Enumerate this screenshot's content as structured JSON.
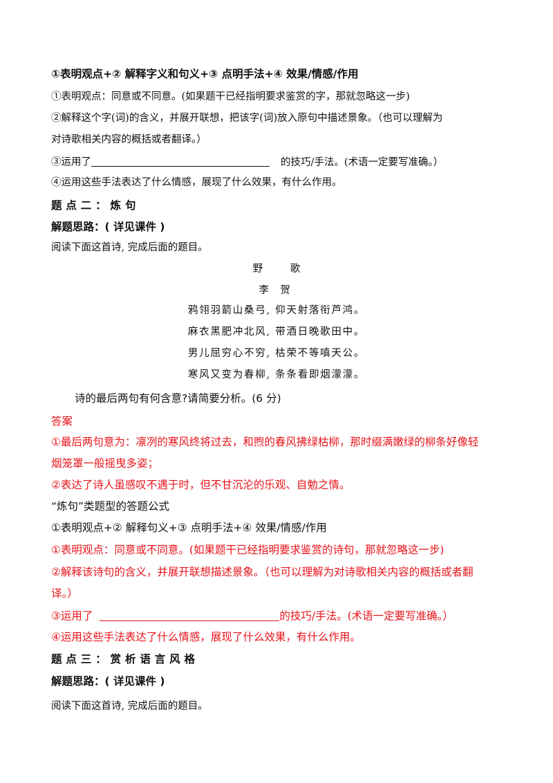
{
  "section1": {
    "formula": "①表明观点+② 解释字义和句义+③ 点明手法+④ 效果/情感/作用",
    "step1": "①表明观点：同意或不同意。(如果题干已经指明要求鉴赏的字，那就忽略这一步)",
    "step2_line1": "②解释这个字(词)的含义，并展开联想，把该字(词)放入原句中描述景象。（也可以理解为",
    "step2_line2": "对诗歌相关内容的概括或者翻译。）",
    "step3_pre": "③运用了",
    "step3_post": "的技巧/手法。(术语一定要写准确。）",
    "step4": "④运用这些手法表达了什么情感，展现了什么效果，有什么作用。"
  },
  "topic2": {
    "heading": "题点二：炼句",
    "approach": "解题思路：( 详见课件 )",
    "instruction": "阅读下面这首诗, 完成后面的题目。"
  },
  "poem": {
    "title": "野 歌",
    "author": "李 贺",
    "lines": [
      "鸦翎羽箭山桑弓, 仰天射落衔芦鸿。",
      "麻衣黑肥冲北风, 带酒日晚歌田中。",
      "男儿屈穷心不穷, 枯荣不等嗔天公。",
      "寒风又变为春柳, 条条看即烟濛濛。"
    ]
  },
  "question": "诗的最后两句有何含意?请简要分析。(6 分)",
  "answer": {
    "label": "答案",
    "point1_line1": "①最后两句意为：凛冽的寒风终将过去，和煦的春风拂绿枯柳，那时缀满嫩绿的柳条好像轻",
    "point1_line2": "烟笼罩一般摇曳多姿；",
    "point2": "②表达了诗人虽感叹不遇于时，但不甘沉沦的乐观、自勉之情。"
  },
  "section2": {
    "title": "“炼句”类题型的答题公式",
    "formula": "①表明观点+② 解释句义+③ 点明手法+④ 效果/情感/作用",
    "step1": "①表明观点：同意或不同意。(如果题干已经指明要求鉴赏的诗句，那就忽略这一步)",
    "step2_line1": "②解释该诗句的含义，并展开联想描述景象。（也可以理解为对诗歌相关内容的概括或者翻",
    "step2_line2": "译。）",
    "step3_pre": "③运用了",
    "step3_post": "的技巧/手法。(术语一定要写准确。）",
    "step4": "④运用这些手法表达了什么情感，展现了什么效果，有什么作用。"
  },
  "topic3": {
    "heading": "题点三：赏析语言风格",
    "approach": "解题思路：( 详见课件 )",
    "instruction": "阅读下面这首诗, 完成后面的题目。"
  }
}
